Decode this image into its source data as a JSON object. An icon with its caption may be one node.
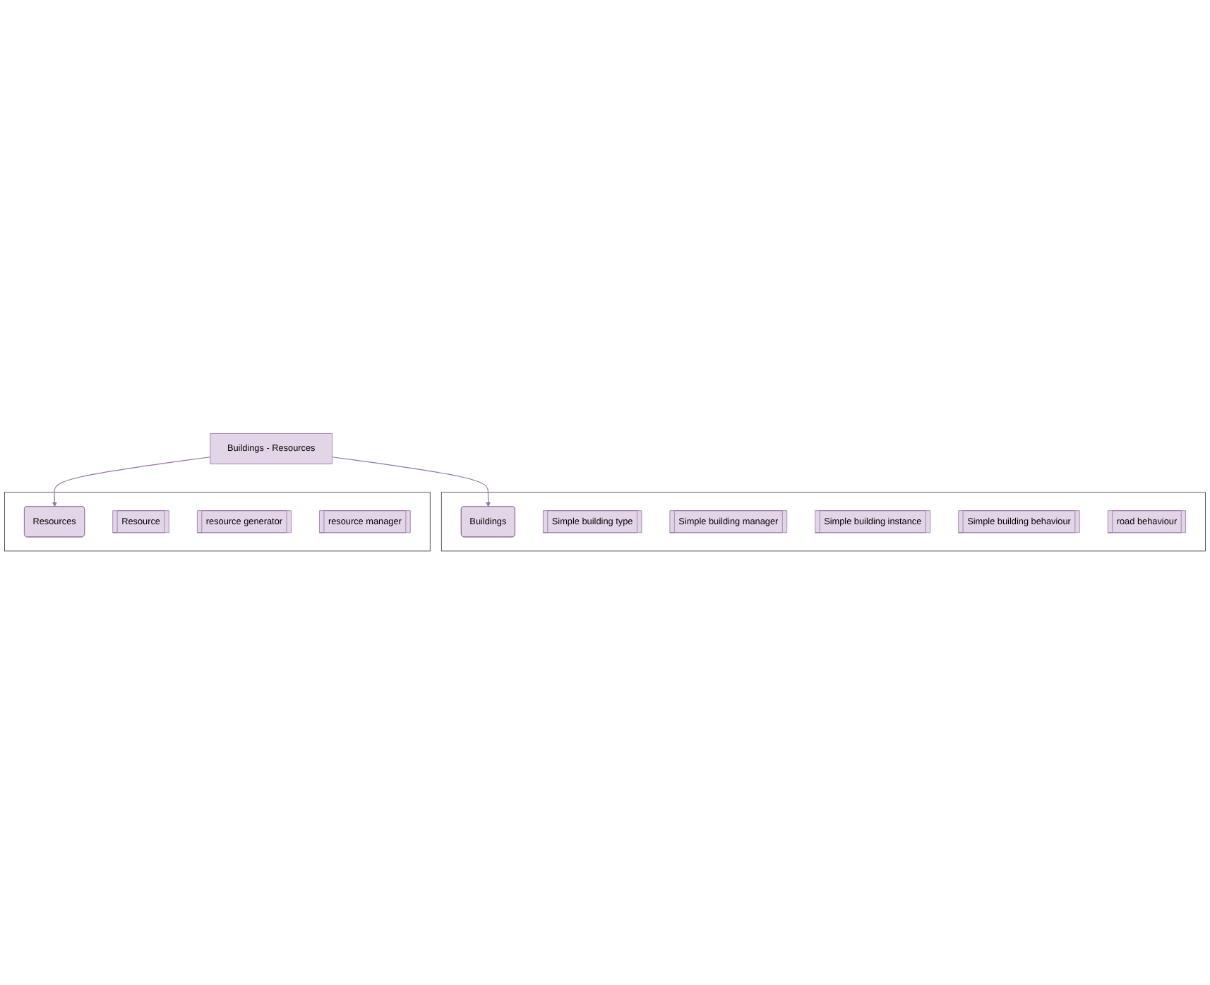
{
  "diagram": {
    "nodes": [
      {
        "text": [
          "Buildings - Resources"
        ]
      },
      {
        "text": [],
        "shape": "box"
      },
      {
        "text": [
          "Buildings"
        ],
        "in": 1
      },
      {
        "text": [
          "Simple building type"
        ],
        "in": 1
      },
      {
        "text": [
          "Simple building manager"
        ],
        "in": 1
      },
      {
        "text": [
          "Simple building instance"
        ],
        "in": 1
      },
      {
        "text": [
          "Simple building behaviour"
        ],
        "in": 1
      },
      {
        "text": [
          "road behaviour"
        ],
        "in": 1
      },
      {
        "text": [],
        "shape": "box"
      },
      {
        "text": [
          "Resources"
        ],
        "in": 8
      },
      {
        "text": [
          "Resource"
        ],
        "in": 8
      },
      {
        "text": [
          "resource generator"
        ],
        "in": 8
      },
      {
        "text": [
          "resource manager"
        ],
        "in": 8
      }
    ],
    "edges": [
      {
        "from": 0,
        "to": 2,
        "arrow": "to"
      },
      {
        "from": 0,
        "to": 9,
        "arrow": "to"
      }
    ]
  }
}
